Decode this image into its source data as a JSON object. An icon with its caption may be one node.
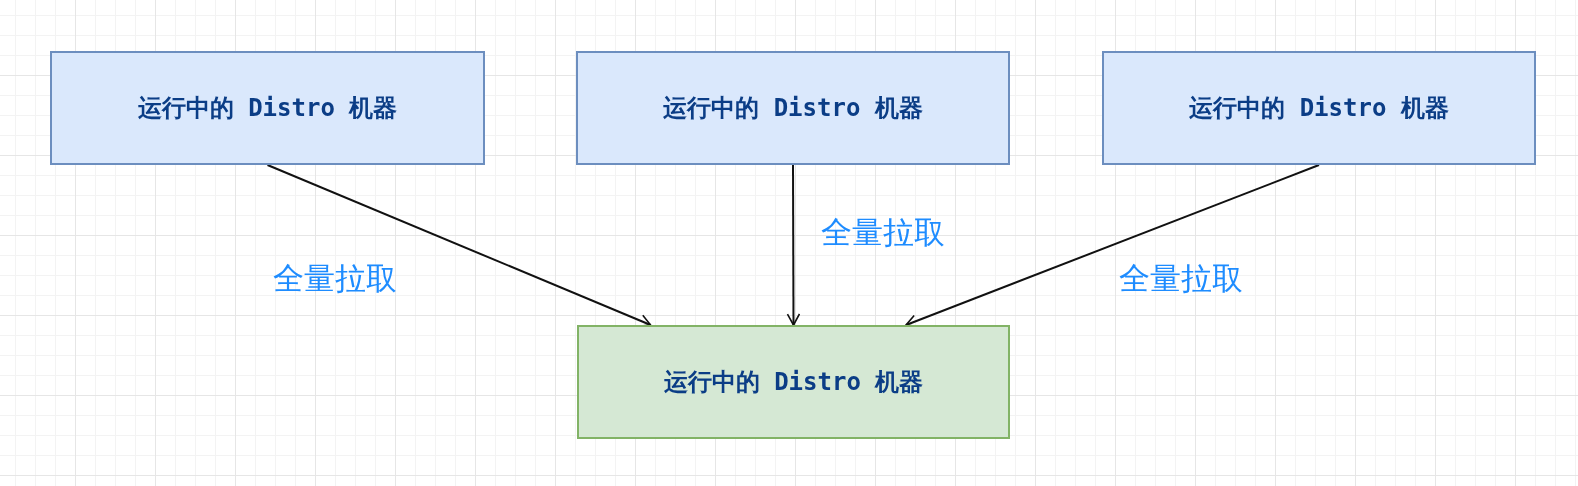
{
  "diagram": {
    "nodes": [
      {
        "text": [
          "运行中的 Distro 机器"
        ]
      },
      {
        "text": [
          "运行中的 Distro 机器"
        ]
      },
      {
        "text": [
          "运行中的 Distro 机器"
        ]
      },
      {
        "text": [
          "运行中的 Distro 机器"
        ]
      }
    ],
    "edges": [
      {
        "from": 0,
        "to": 3,
        "arrow": "to",
        "label": "全量拉取"
      },
      {
        "from": 1,
        "to": 3,
        "arrow": "to",
        "label": "全量拉取"
      },
      {
        "from": 2,
        "to": 3,
        "arrow": "to",
        "label": "全量拉取"
      }
    ]
  }
}
